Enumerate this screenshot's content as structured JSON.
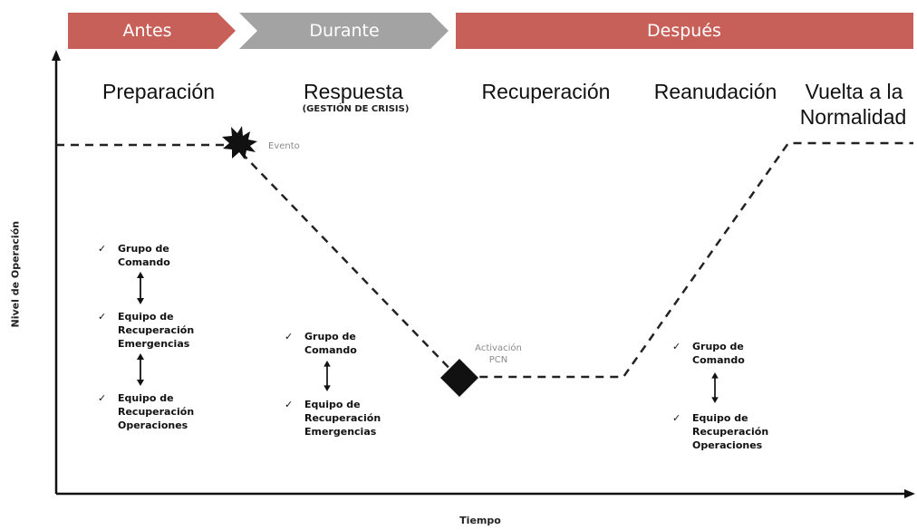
{
  "stages": [
    {
      "id": "antes",
      "label": "Antes",
      "color": "#c8605a"
    },
    {
      "id": "durante",
      "label": "Durante",
      "color": "#a3a3a3"
    },
    {
      "id": "despues",
      "label": "Después",
      "color": "#c8605a"
    }
  ],
  "phases": [
    {
      "id": "preparacion",
      "label": "Preparación",
      "sub": ""
    },
    {
      "id": "respuesta",
      "label": "Respuesta",
      "sub": "(GESTIÓN DE CRISIS)"
    },
    {
      "id": "recuperacion",
      "label": "Recuperación",
      "sub": ""
    },
    {
      "id": "reanudacion",
      "label": "Reanudación",
      "sub": ""
    },
    {
      "id": "normalidad",
      "label_line1": "Vuelta a la",
      "label_line2": "Normalidad"
    }
  ],
  "markers": {
    "evento": "Evento",
    "activacion_line1": "Activación",
    "activacion_line2": "PCN"
  },
  "axes": {
    "y_label": "Nivel de Operación",
    "x_label": "Tiempo"
  },
  "teams": {
    "preparacion": {
      "item1": {
        "line1": "Grupo de",
        "line2": "Comando"
      },
      "item2": {
        "line1": "Equipo de",
        "line2": "Recuperación",
        "line3": "Emergencias"
      },
      "item3": {
        "line1": "Equipo de",
        "line2": "Recuperación",
        "line3": "Operaciones"
      }
    },
    "respuesta": {
      "item1": {
        "line1": "Grupo de",
        "line2": "Comando"
      },
      "item2": {
        "line1": "Equipo de",
        "line2": "Recuperación",
        "line3": "Emergencias"
      }
    },
    "reanudacion": {
      "item1": {
        "line1": "Grupo de",
        "line2": "Comando"
      },
      "item2": {
        "line1": "Equipo de",
        "line2": "Recuperación",
        "line3": "Operaciones"
      }
    }
  },
  "check_glyph": "✓",
  "colors": {
    "red_stage": "#c8605a",
    "gray_stage": "#a3a3a3",
    "marker_dark": "#111111",
    "curve": "#222222"
  }
}
